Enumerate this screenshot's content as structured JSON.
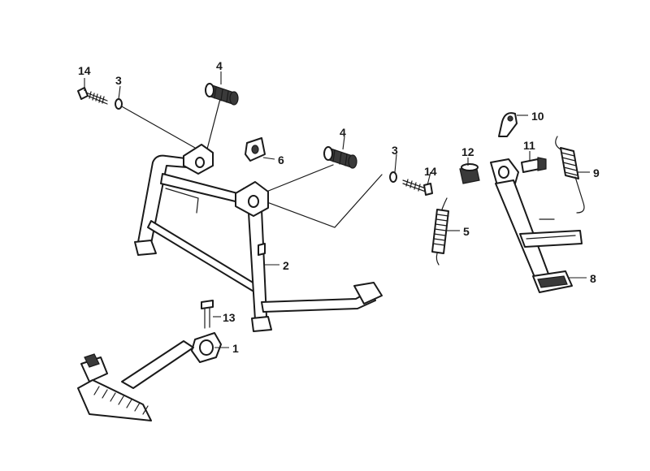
{
  "callouts": {
    "c1": "1",
    "c2": "2",
    "c3a": "3",
    "c3b": "3",
    "c4a": "4",
    "c4b": "4",
    "c5": "5",
    "c6": "6",
    "c8": "8",
    "c9": "9",
    "c10": "10",
    "c11": "11",
    "c12": "12",
    "c13": "13",
    "c14a": "14",
    "c14b": "14"
  }
}
